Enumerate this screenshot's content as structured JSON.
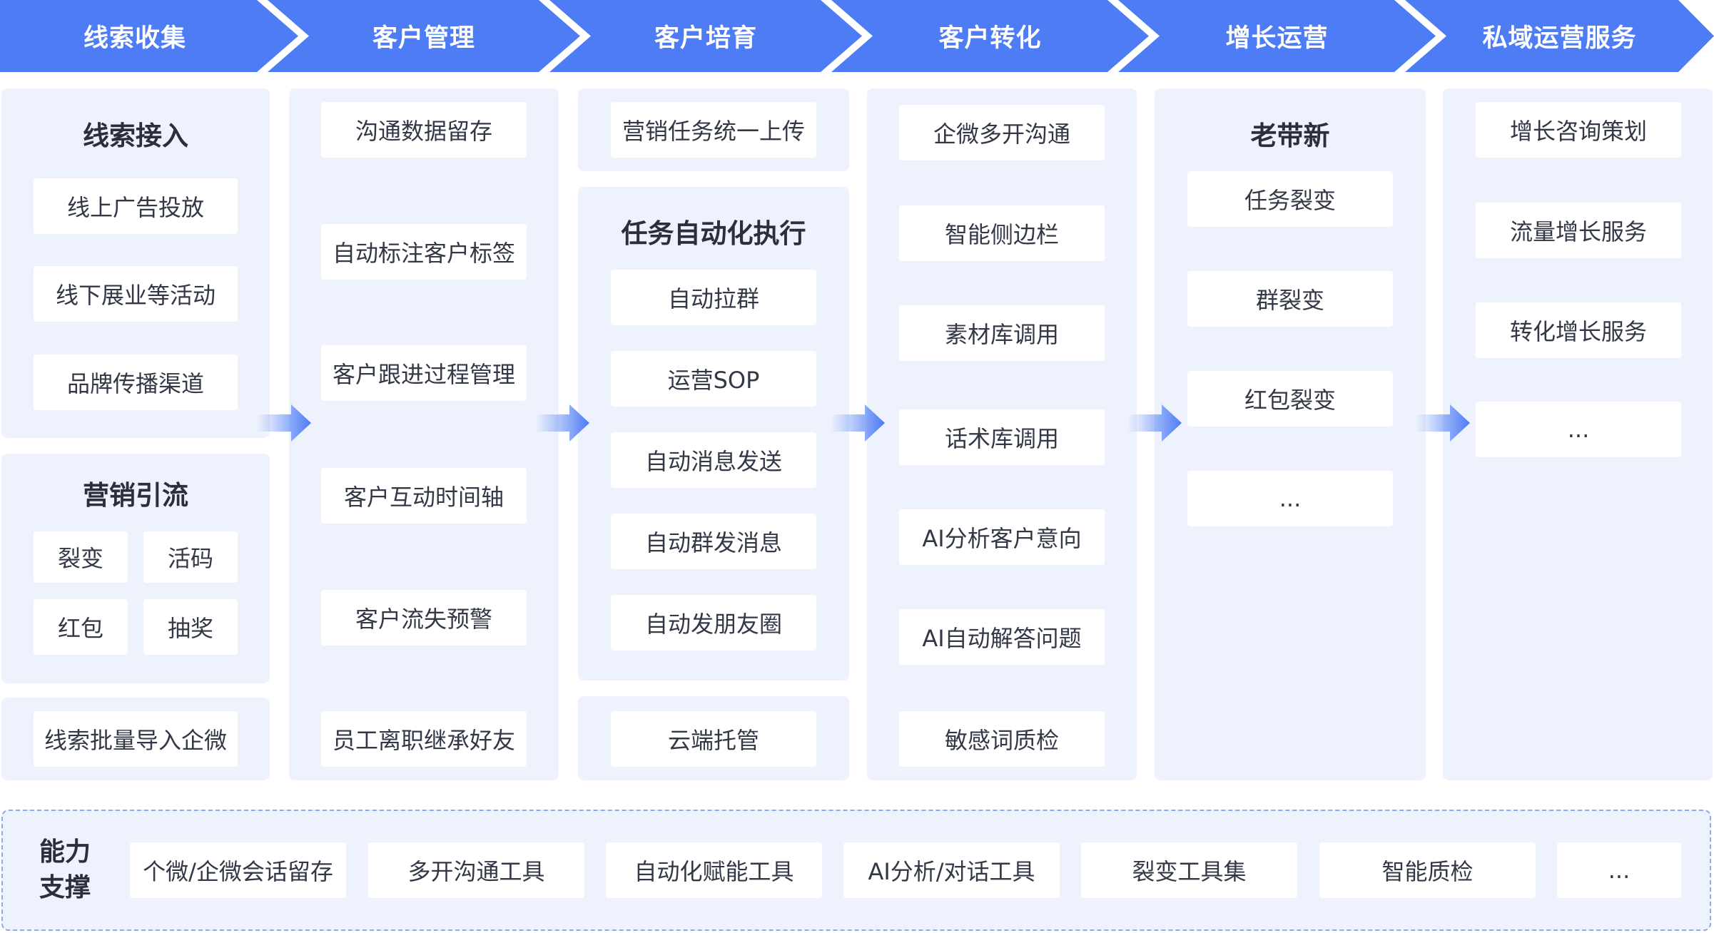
{
  "stages": [
    "线索收集",
    "客户管理",
    "客户培育",
    "客户转化",
    "增长运营",
    "私域运营服务"
  ],
  "col1": {
    "section1": {
      "title": "线索接入",
      "items": [
        "线上广告投放",
        "线下展业等活动",
        "品牌传播渠道"
      ]
    },
    "section2": {
      "title": "营销引流",
      "items": [
        "裂变",
        "活码",
        "红包",
        "抽奖"
      ]
    },
    "section3": {
      "items": [
        "线索批量导入企微"
      ]
    }
  },
  "col2": {
    "items": [
      "沟通数据留存",
      "自动标注客户标签",
      "客户跟进过程管理",
      "客户互动时间轴",
      "客户流失预警",
      "员工离职继承好友"
    ]
  },
  "col3": {
    "top": "营销任务统一上传",
    "middle": {
      "title": "任务自动化执行",
      "items": [
        "自动拉群",
        "运营SOP",
        "自动消息发送",
        "自动群发消息",
        "自动发朋友圈"
      ]
    },
    "bottom": "云端托管"
  },
  "col4": {
    "items": [
      "企微多开沟通",
      "智能侧边栏",
      "素材库调用",
      "话术库调用",
      "AI分析客户意向",
      "AI自动解答问题",
      "敏感词质检"
    ]
  },
  "col5": {
    "title": "老带新",
    "items": [
      "任务裂变",
      "群裂变",
      "红包裂变",
      "..."
    ]
  },
  "col6": {
    "items": [
      "增长咨询策划",
      "流量增长服务",
      "转化增长服务",
      "..."
    ]
  },
  "support": {
    "title_line1": "能力",
    "title_line2": "支撑",
    "items": [
      "个微/企微会话留存",
      "多开沟通工具",
      "自动化赋能工具",
      "AI分析/对话工具",
      "裂变工具集",
      "智能质检",
      "..."
    ]
  },
  "colors": {
    "header": "#4d7cf5",
    "panel": "#eef2fc",
    "box": "#ffffff",
    "arrow": "#4d7cf5"
  }
}
